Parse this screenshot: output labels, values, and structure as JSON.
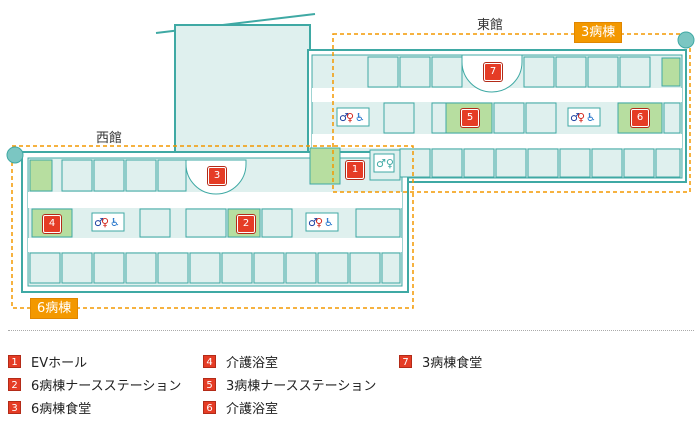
{
  "labels": {
    "east_wing": "東館",
    "west_wing": "西館",
    "east_ward_tag": "3病棟",
    "west_ward_tag": "6病棟"
  },
  "map_pins": [
    "1",
    "2",
    "3",
    "4",
    "5",
    "6",
    "7"
  ],
  "legend": [
    {
      "num": "1",
      "text": "EVホール"
    },
    {
      "num": "2",
      "text": "6病棟ナースステーション"
    },
    {
      "num": "3",
      "text": "6病棟食堂"
    },
    {
      "num": "4",
      "text": "介護浴室"
    },
    {
      "num": "5",
      "text": "3病棟ナースステーション"
    },
    {
      "num": "6",
      "text": "介護浴室"
    },
    {
      "num": "7",
      "text": "3病棟食堂"
    }
  ],
  "colors": {
    "wall": "#3fa9a4",
    "room": "#dff0ee",
    "highlight": "#b7dea0",
    "outline_dash": "#f39800",
    "pin": "#e53c25"
  }
}
